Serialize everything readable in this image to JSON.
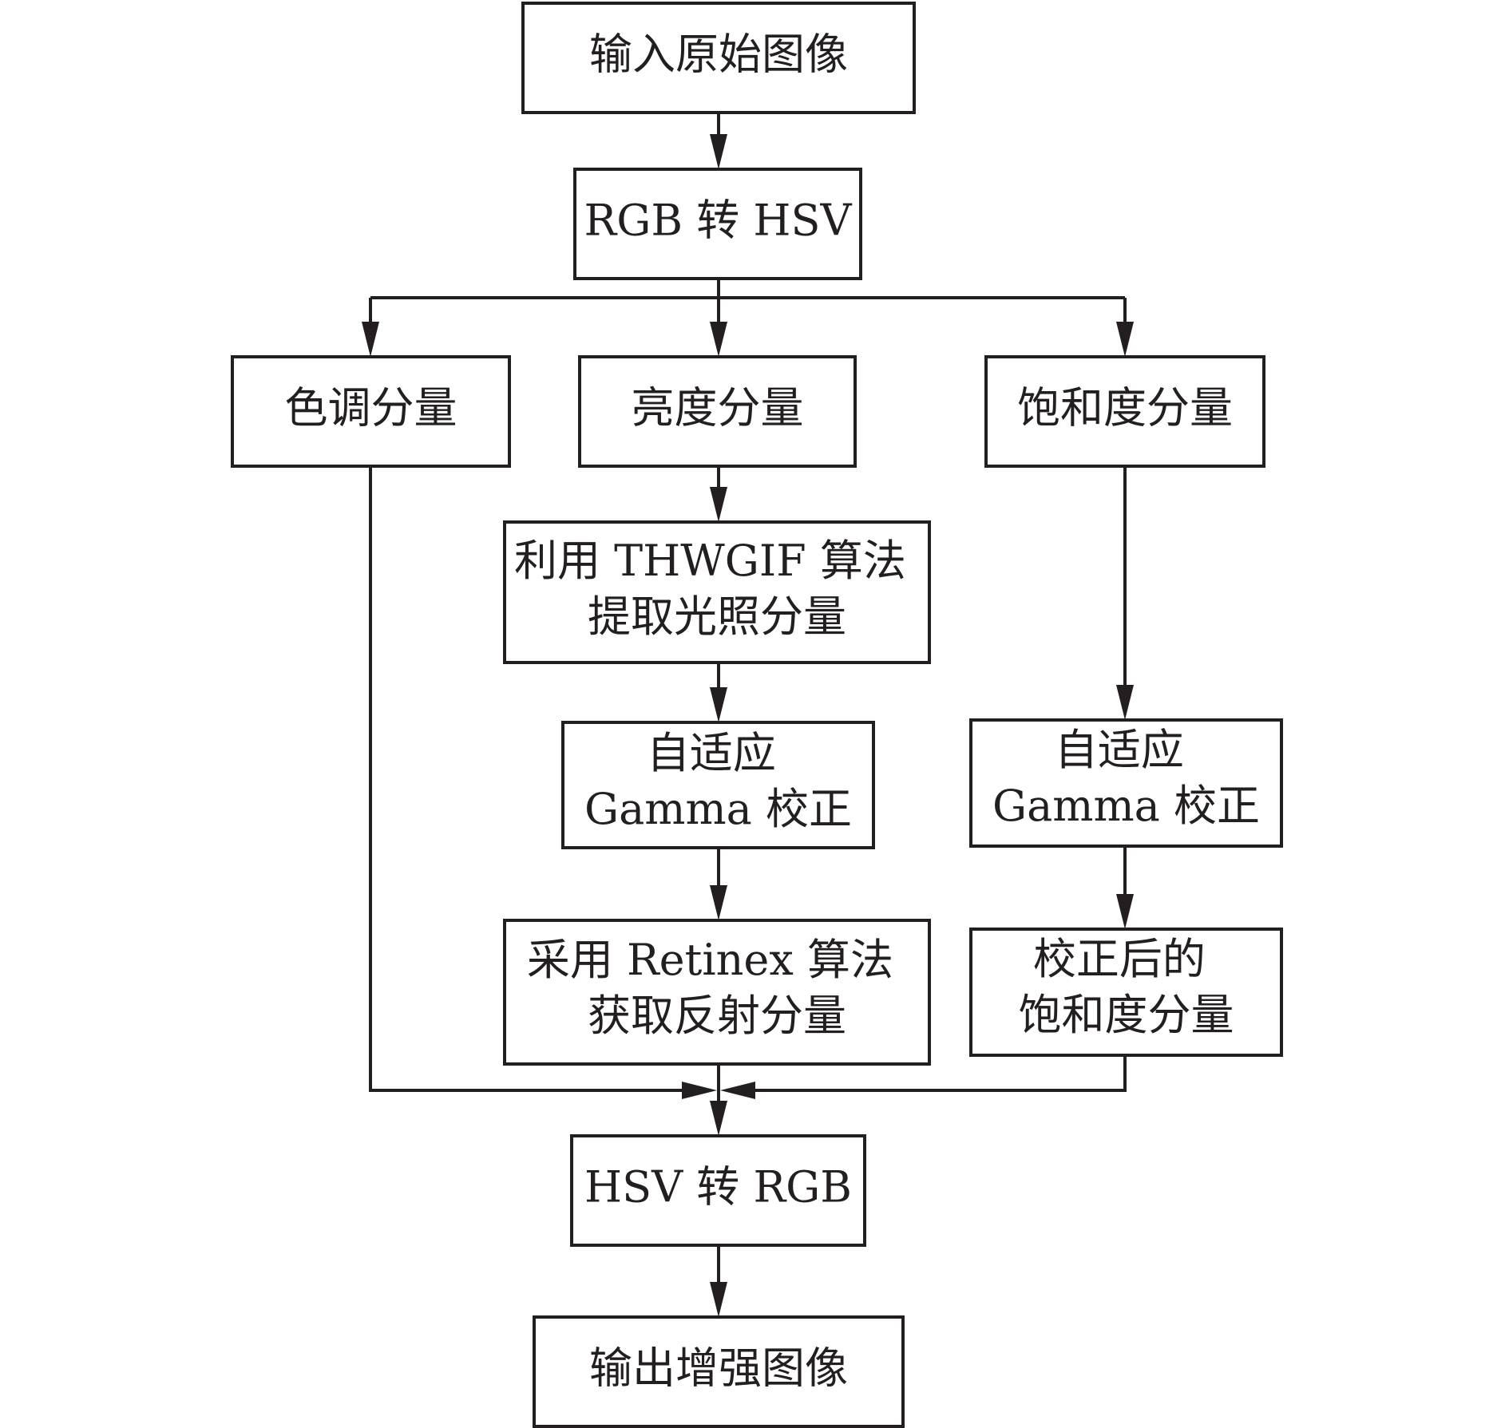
{
  "diagram": {
    "nodes": {
      "input": {
        "lines": [
          "输入原始图像"
        ]
      },
      "rgb2hsv": {
        "lines": [
          "RGB 转 HSV"
        ]
      },
      "hue": {
        "lines": [
          "色调分量"
        ]
      },
      "value": {
        "lines": [
          "亮度分量"
        ]
      },
      "saturation": {
        "lines": [
          "饱和度分量"
        ]
      },
      "thwgif": {
        "lines": [
          "利用 THWGIF 算法",
          "提取光照分量"
        ]
      },
      "gamma_v": {
        "lines": [
          "自适应",
          "Gamma 校正"
        ]
      },
      "gamma_s": {
        "lines": [
          "自适应",
          "Gamma 校正"
        ]
      },
      "retinex": {
        "lines": [
          "采用 Retinex 算法",
          "获取反射分量"
        ]
      },
      "sat_corrected": {
        "lines": [
          "校正后的",
          "饱和度分量"
        ]
      },
      "hsv2rgb": {
        "lines": [
          "HSV 转 RGB"
        ]
      },
      "output": {
        "lines": [
          "输出增强图像"
        ]
      }
    },
    "edges": [
      [
        "input",
        "rgb2hsv"
      ],
      [
        "rgb2hsv",
        "hue"
      ],
      [
        "rgb2hsv",
        "value"
      ],
      [
        "rgb2hsv",
        "saturation"
      ],
      [
        "value",
        "thwgif"
      ],
      [
        "thwgif",
        "gamma_v"
      ],
      [
        "gamma_v",
        "retinex"
      ],
      [
        "saturation",
        "gamma_s"
      ],
      [
        "gamma_s",
        "sat_corrected"
      ],
      [
        "hue",
        "hsv2rgb"
      ],
      [
        "retinex",
        "hsv2rgb"
      ],
      [
        "sat_corrected",
        "hsv2rgb"
      ],
      [
        "hsv2rgb",
        "output"
      ]
    ]
  }
}
